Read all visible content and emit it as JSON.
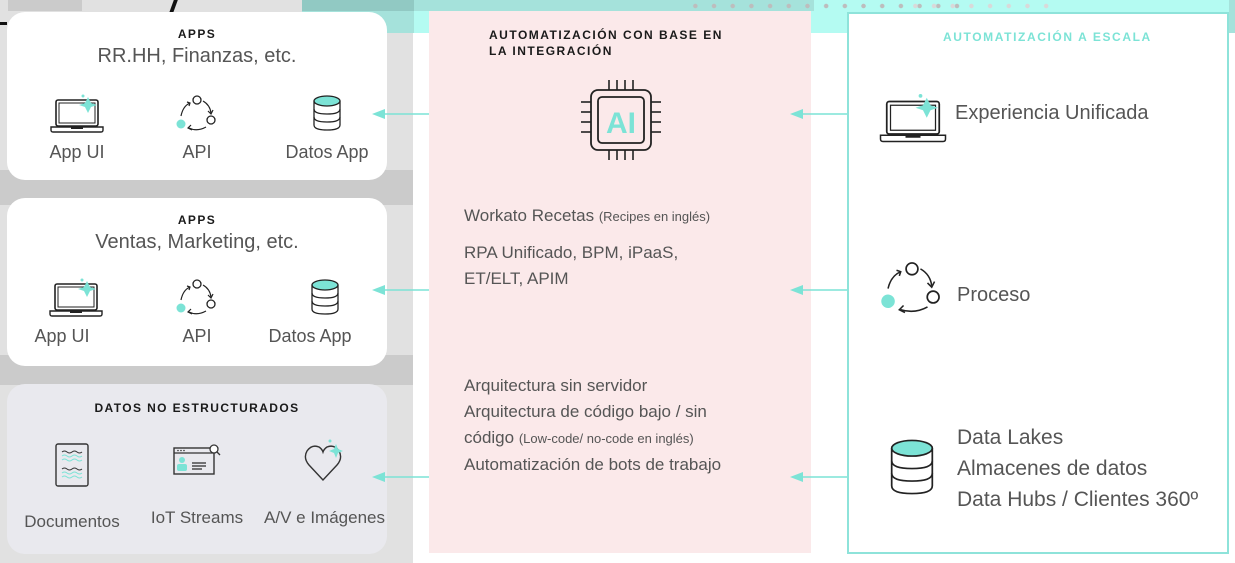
{
  "colors": {
    "accent_teal": "#7ce3d6",
    "pink_panel": "#fbe9ea",
    "gray_light": "#e1e1e1",
    "gray_dark": "#cbcbcb",
    "text": "#555555",
    "heading": "#1a1a1a"
  },
  "left": {
    "cards": [
      {
        "title": "APPS",
        "subtitle": "RR.HH, Finanzas, etc.",
        "items": [
          {
            "label": "App UI",
            "icon": "laptop-icon"
          },
          {
            "label": "API",
            "icon": "process-cycle-icon"
          },
          {
            "label": "Datos App",
            "icon": "database-icon"
          }
        ]
      },
      {
        "title": "APPS",
        "subtitle": "Ventas, Marketing, etc.",
        "items": [
          {
            "label": "App UI",
            "icon": "laptop-icon"
          },
          {
            "label": "API",
            "icon": "process-cycle-icon"
          },
          {
            "label": "Datos App",
            "icon": "database-icon"
          }
        ]
      },
      {
        "title": "DATOS NO ESTRUCTURADOS",
        "items": [
          {
            "label": "Documentos",
            "icon": "document-icon"
          },
          {
            "label": "IoT Streams",
            "icon": "browser-profile-search-icon"
          },
          {
            "label": "A/V e Imágenes",
            "icon": "heart-icon"
          }
        ]
      }
    ]
  },
  "middle": {
    "title_line1": "AUTOMATIZACIÓN CON BASE EN",
    "title_line2": "LA INTEGRACIÓN",
    "chip_label": "AI",
    "block1": {
      "line1_main": "Workato Recetas",
      "line1_note": "(Recipes en inglés)"
    },
    "block2": {
      "line1": "RPA Unificado, BPM, iPaaS,",
      "line2": "ET/ELT, APIM"
    },
    "block3": {
      "line1": "Arquitectura sin servidor",
      "line2": "Arquitectura de código bajo / sin",
      "line3_main": "código",
      "line3_note": "(Low-code/ no-code en inglés)",
      "line4": "Automatización de bots de trabajo"
    }
  },
  "right": {
    "title": "AUTOMATIZACIÓN A ESCALA",
    "rows": [
      {
        "icon": "laptop-icon",
        "lines": [
          "Experiencia Unificada"
        ]
      },
      {
        "icon": "process-cycle-icon",
        "lines": [
          "Proceso"
        ]
      },
      {
        "icon": "database-icon",
        "lines": [
          "Data Lakes",
          "Almacenes de datos",
          "Data Hubs / Clientes 360º"
        ]
      }
    ]
  }
}
